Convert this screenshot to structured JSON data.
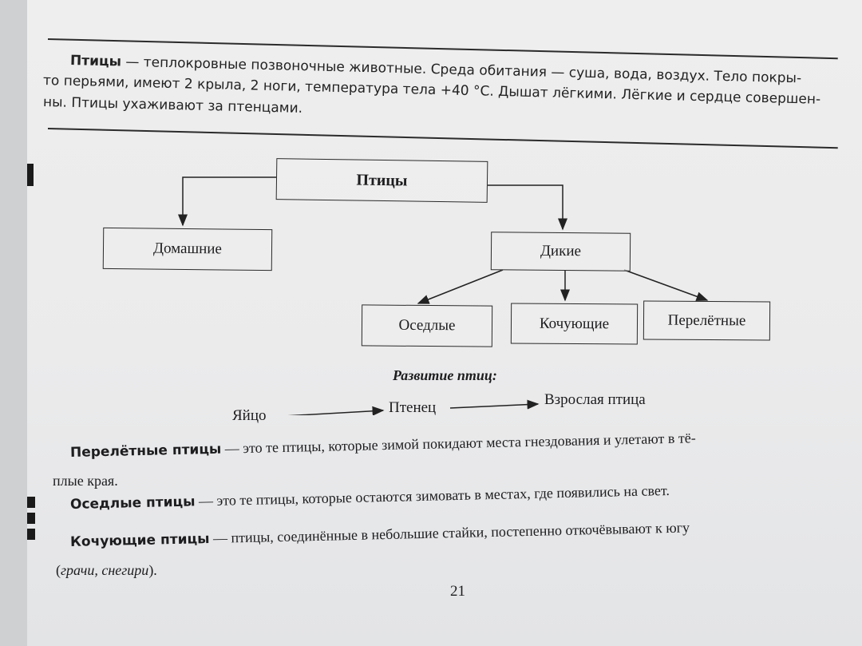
{
  "intro": {
    "term": "Птицы",
    "line1": " — теплокровные позвоночные животные. Среда обитания — суша, вода, воздух. Тело покры-",
    "line2": "то перьями, имеют 2 крыла, 2 ноги, температура тела +40 °С. Дышат лёгкими. Лёгкие и сердце совершен-",
    "line3": "ны. Птицы ухаживают за птенцами."
  },
  "diagram": {
    "root": "Птицы",
    "domestic": "Домашние",
    "wild": "Дикие",
    "sedentary": "Оседлые",
    "nomadic": "Кочующие",
    "migratory": "Перелётные"
  },
  "development": {
    "title": "Развитие птиц:",
    "stages": [
      "Яйцо",
      "Птенец",
      "Взрослая птица"
    ]
  },
  "definitions": {
    "migratory_term": "Перелётные птицы",
    "migratory_line1": " — это те птицы, которые зимой покидают места гнездования и улетают в тё-",
    "migratory_line2": "плые края.",
    "sedentary_term": "Оседлые птицы",
    "sedentary_line1": " — это те птицы, которые остаются зимовать в местах, где появились на свет.",
    "nomadic_term": "Кочующие птицы",
    "nomadic_line1": " — птицы, соединённые в небольшие стайки, постепенно откочёвывают к югу",
    "nomadic_examples": "грачи, снегири",
    "nomadic_open": "(",
    "nomadic_close": ")."
  },
  "page_number": "21"
}
